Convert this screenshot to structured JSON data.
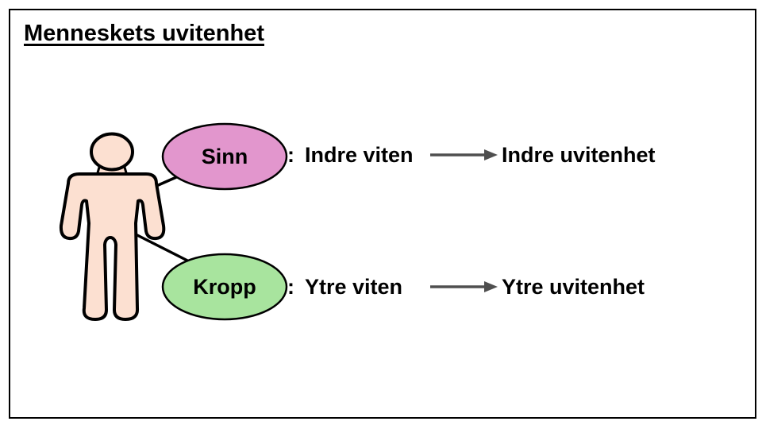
{
  "title": "Menneskets uvitenhet",
  "diagram": {
    "figure_icon": "person-icon",
    "nodes": [
      {
        "label": "Sinn",
        "fill": "#e296cd"
      },
      {
        "label": "Kropp",
        "fill": "#a8e49e"
      }
    ],
    "rows": [
      {
        "colon": ":",
        "knowledge": "Indre viten",
        "result": "Indre uvitenhet"
      },
      {
        "colon": ":",
        "knowledge": "Ytre viten",
        "result": "Ytre uvitenhet"
      }
    ]
  },
  "colors": {
    "border": "#000000",
    "text": "#000000",
    "person_fill": "#fce0d1",
    "connector": "#000000",
    "arrow": "#4f4f4f"
  }
}
